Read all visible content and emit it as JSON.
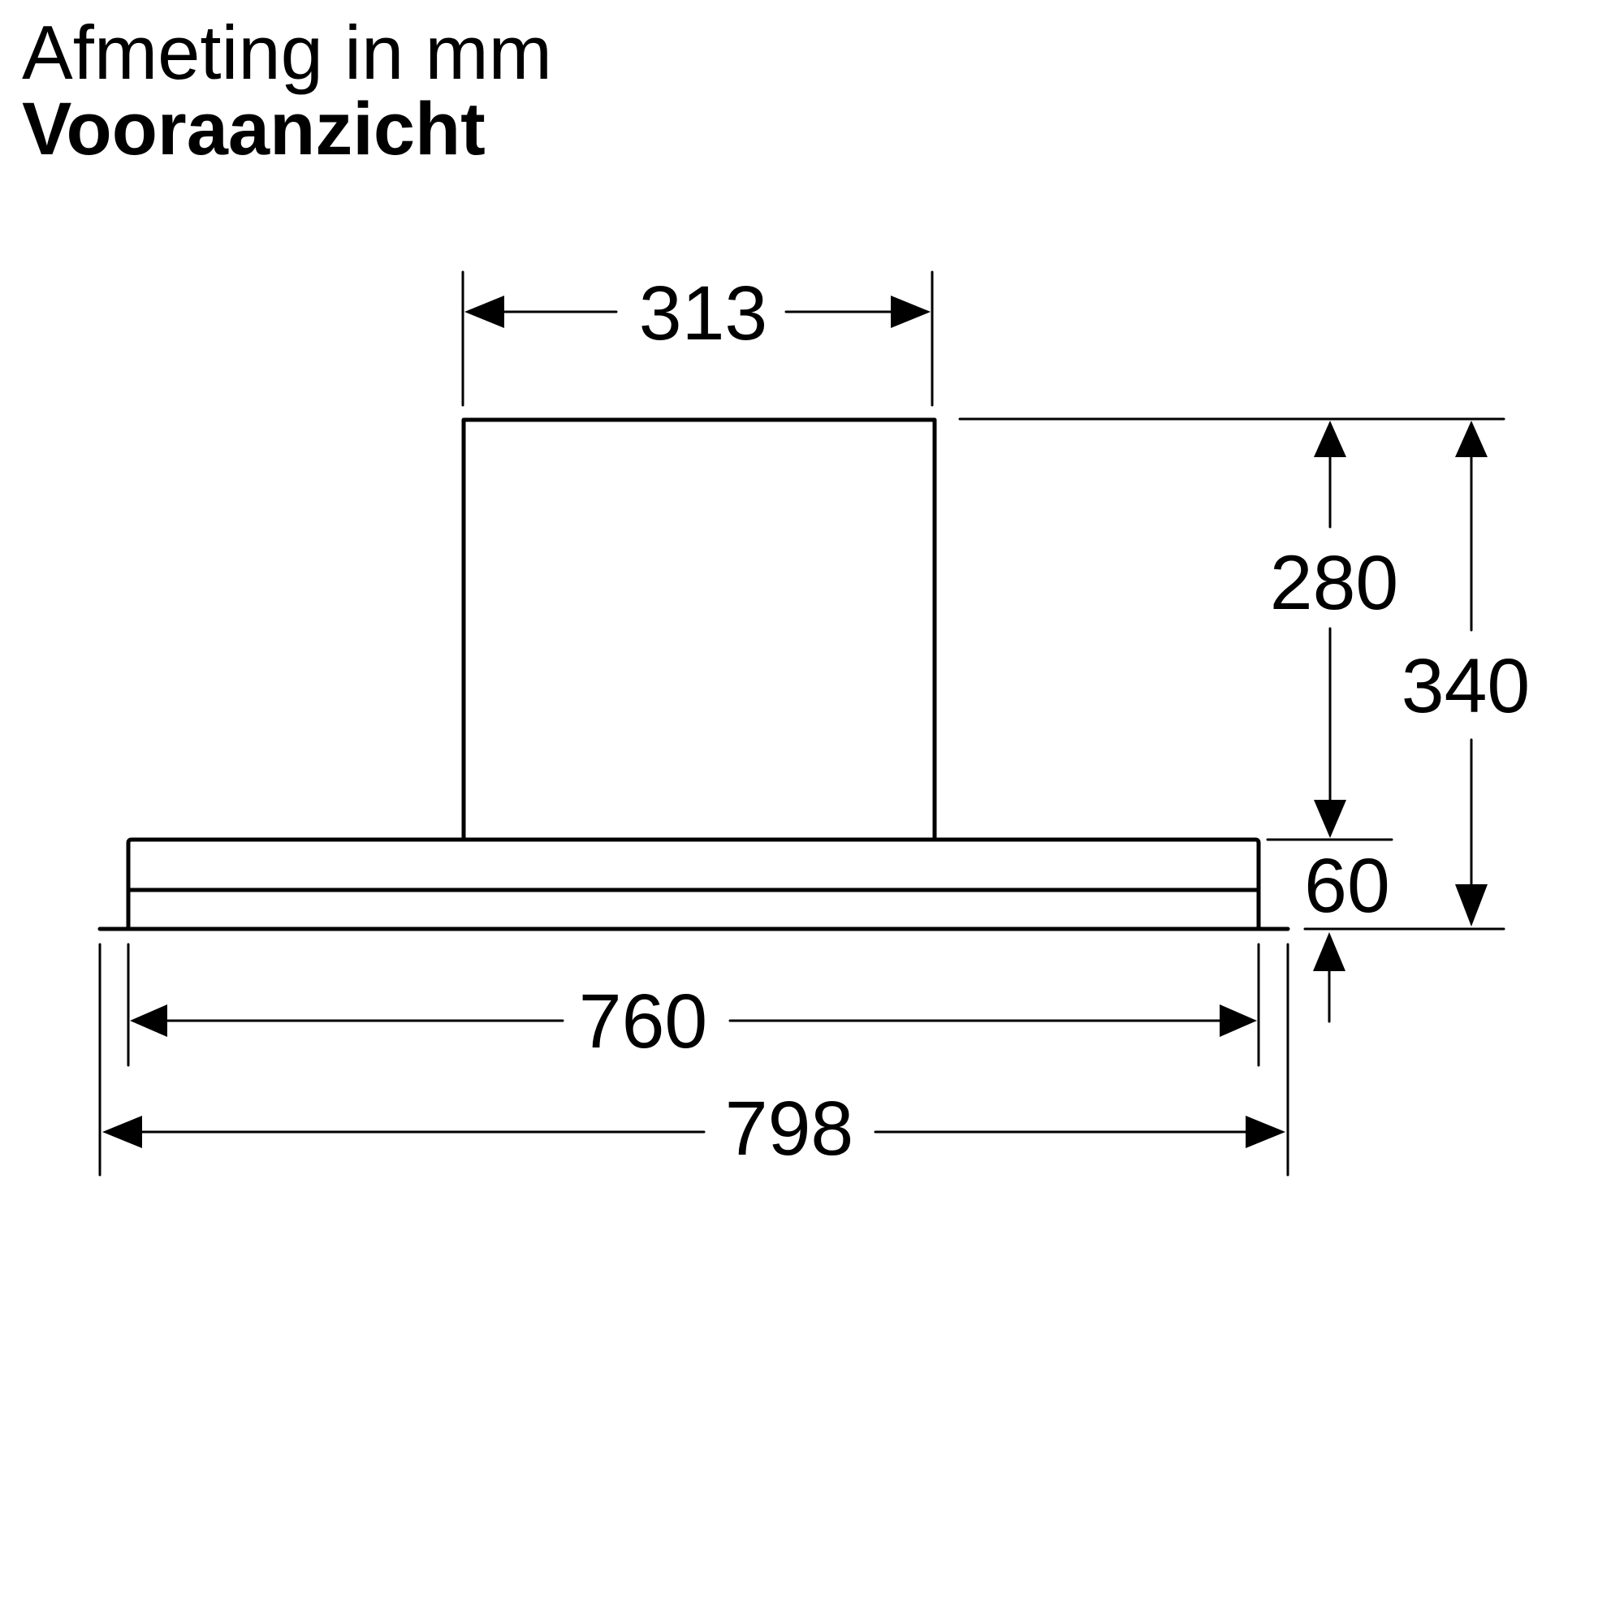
{
  "header": {
    "units_label": "Afmeting in mm",
    "view_label": "Vooraanzicht"
  },
  "drawing": {
    "subject": "cooker hood front view",
    "stroke_color": "#000000",
    "background_color": "#ffffff",
    "dimensions": {
      "chimney_width": {
        "value": "313",
        "unit": "mm"
      },
      "chimney_height": {
        "value": "280",
        "unit": "mm"
      },
      "total_height": {
        "value": "340",
        "unit": "mm"
      },
      "hood_height": {
        "value": "60",
        "unit": "mm"
      },
      "hood_width": {
        "value": "760",
        "unit": "mm"
      },
      "overall_width": {
        "value": "798",
        "unit": "mm"
      }
    }
  }
}
